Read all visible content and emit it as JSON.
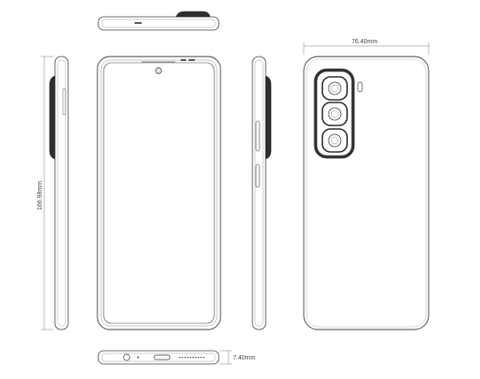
{
  "dimensions": {
    "width": "76.40mm",
    "height": "166.98mm",
    "thickness": "7.40mm"
  },
  "colors": {
    "line": "#3a3a3a",
    "light": "#9a9a9a",
    "dark": "#2a2a2a",
    "background": "#ffffff"
  },
  "icons": [
    "camera-lens-icon",
    "punch-hole-camera-icon",
    "flash-icon",
    "usb-port-icon",
    "headphone-jack-icon"
  ]
}
